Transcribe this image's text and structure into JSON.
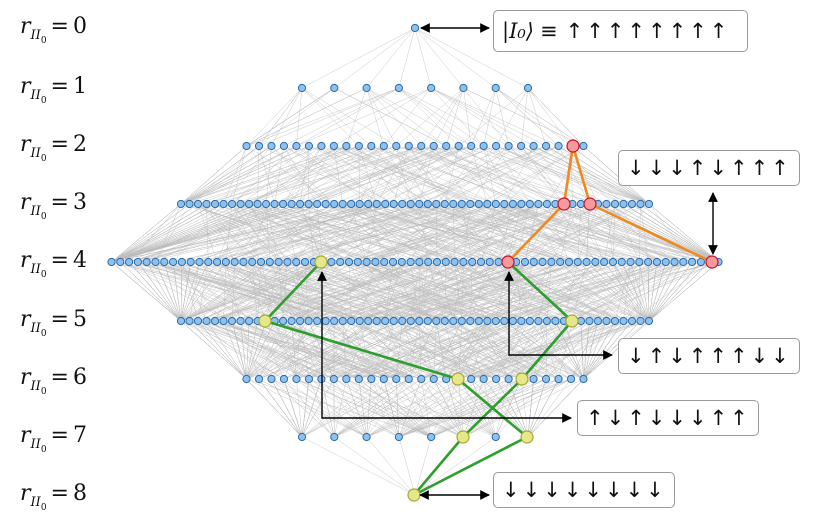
{
  "rows": [
    {
      "r": "0",
      "count": 1
    },
    {
      "r": "1",
      "count": 8
    },
    {
      "r": "2",
      "count": 28
    },
    {
      "r": "3",
      "count": 56
    },
    {
      "r": "4",
      "count": 70
    },
    {
      "r": "5",
      "count": 56
    },
    {
      "r": "6",
      "count": 28
    },
    {
      "r": "7",
      "count": 8
    },
    {
      "r": "8",
      "count": 1
    }
  ],
  "label": {
    "symbol": "r",
    "sub": "I",
    "subsub": "I",
    "subsub2": "0",
    "eq": "="
  },
  "states": {
    "top": {
      "ket": "|I₀⟩",
      "equiv": "≡",
      "arrows": "↑↑↑↑↑↑↑↑"
    },
    "right3": {
      "arrows": "↓↓↓↑↓↑↑↑"
    },
    "right5": {
      "arrows": "↓↑↓↑↑↑↓↓"
    },
    "right7": {
      "arrows": "↑↓↑↓↓↓↑↑"
    },
    "bottom": {
      "arrows": "↓↓↓↓↓↓↓↓"
    }
  },
  "colors": {
    "node_fill": "#8ec1ee",
    "node_stroke": "#2a6aa8",
    "edge": "#bdbdbd",
    "red_fill": "#f59a9a",
    "red_stroke": "#c8102e",
    "yellow_fill": "#e6e68a",
    "yellow_stroke": "#a8a830",
    "orange_path": "#f08a1e",
    "green_path": "#2e9e2e"
  }
}
